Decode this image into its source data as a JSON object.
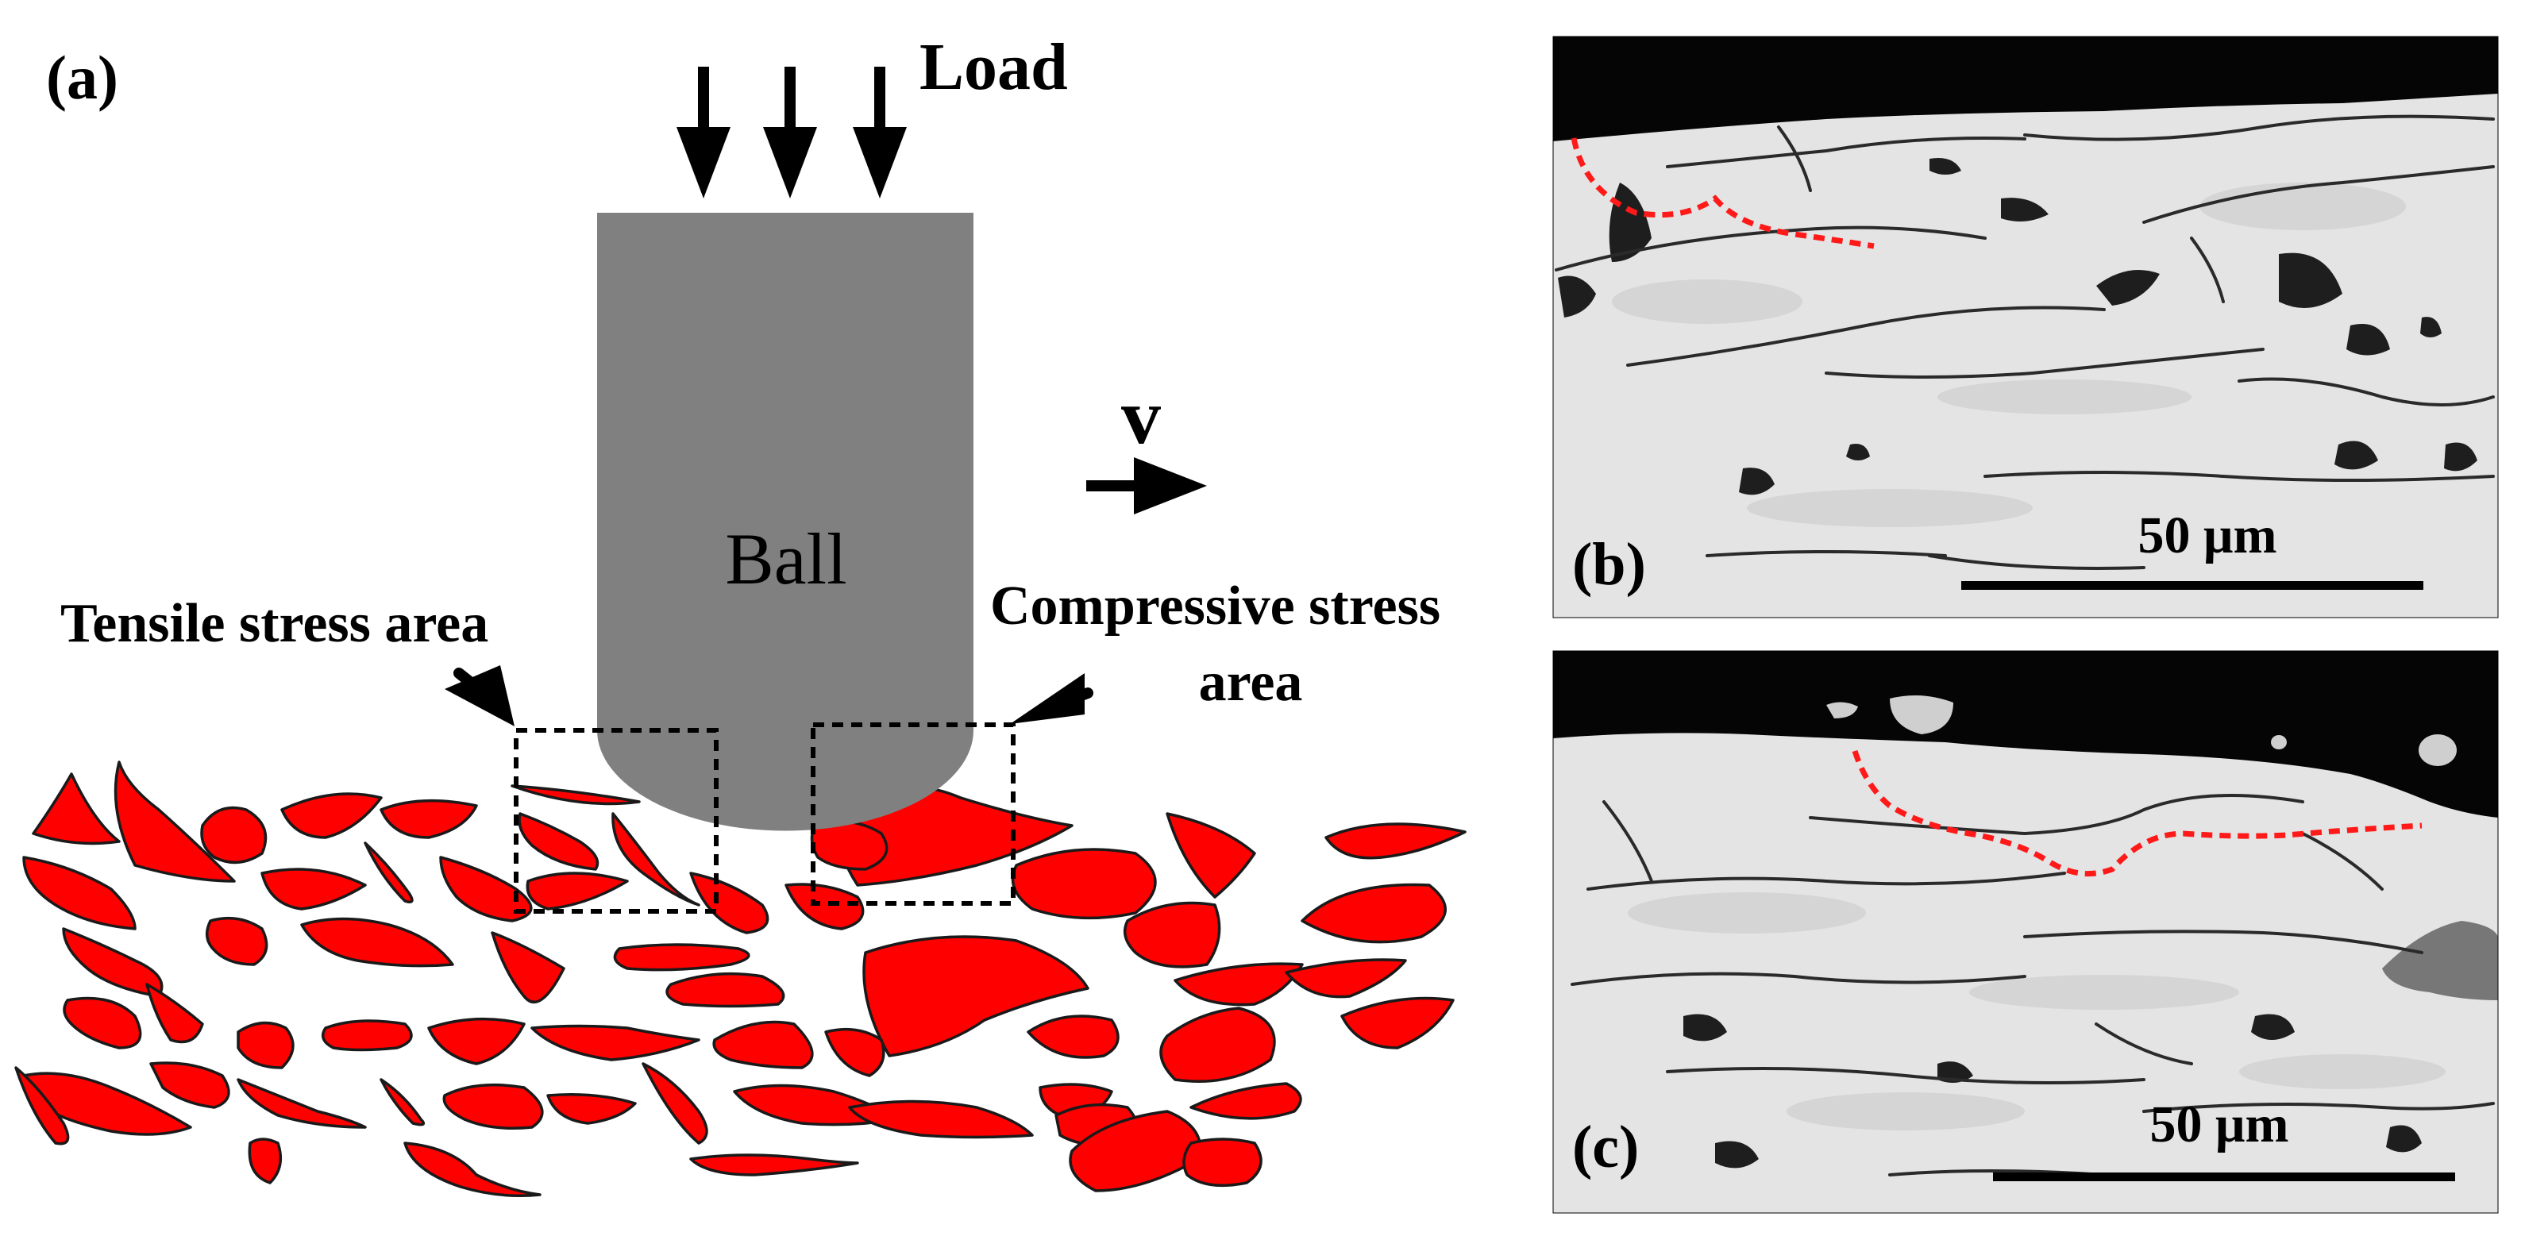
{
  "panel_a": {
    "label": "(a)",
    "load_label": "Load",
    "velocity_label": "v",
    "ball_label": "Ball",
    "tensile_label": "Tensile stress area",
    "compressive_label_line1": "Compressive stress",
    "compressive_label_line2": "area"
  },
  "panel_b": {
    "label": "(b)",
    "scale_bar_label": "50 μm"
  },
  "panel_c": {
    "label": "(c)",
    "scale_bar_label": "50 μm"
  },
  "colors": {
    "splat_fill": "#ff0000",
    "ball_fill": "#808080",
    "micrograph_bg": "#e4e4e4",
    "dark_layer": "#050505",
    "crack_trace": "#ff1a1a"
  }
}
